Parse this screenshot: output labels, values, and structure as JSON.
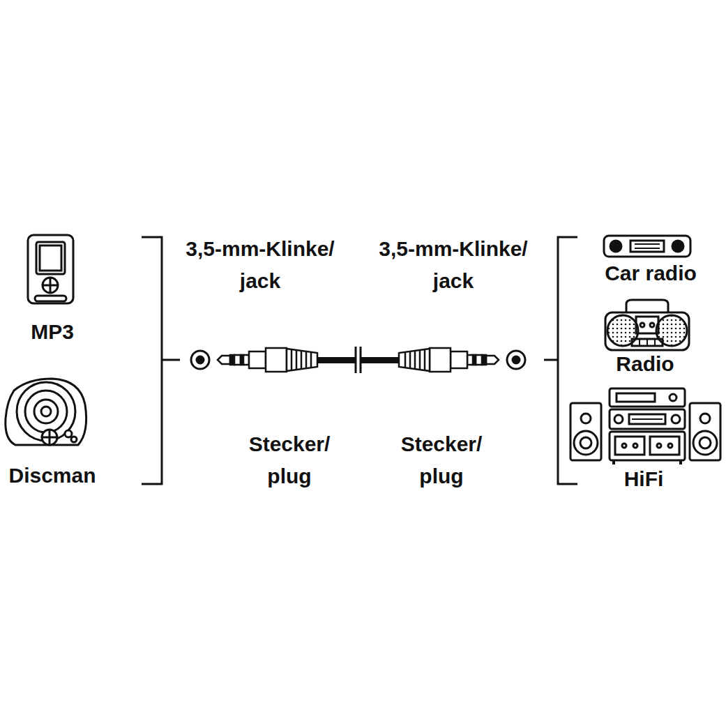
{
  "diagram": {
    "labels": [
      "MP3",
      "3,5-mm-Klinke/ jack",
      "3,5-mm-Klinke/ jack",
      "Car radio",
      "Radio",
      "Discman",
      "Stecker/ plug",
      "Stecker/ plug",
      "HiFi"
    ]
  }
}
